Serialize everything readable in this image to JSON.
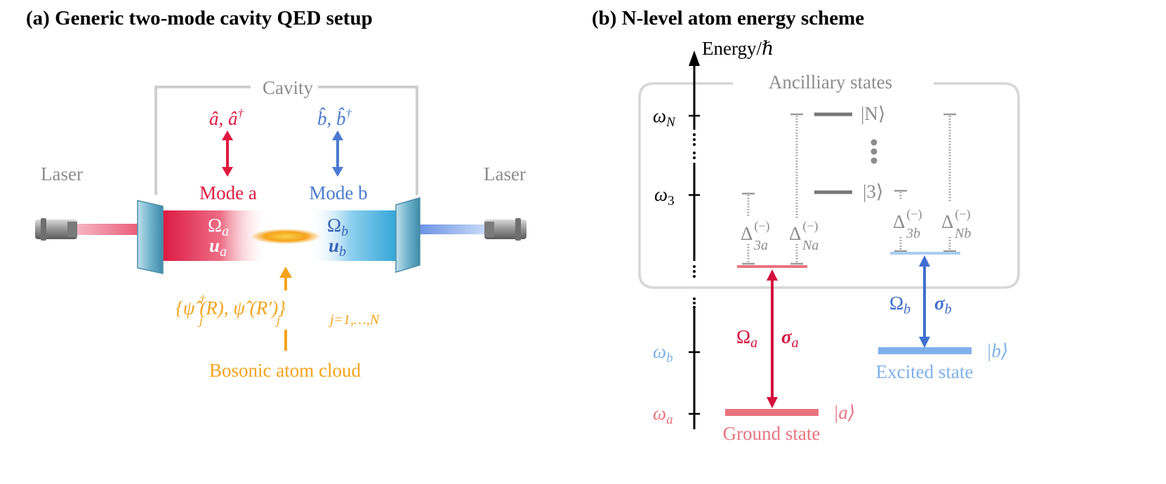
{
  "panel_a": {
    "title": "(a) Generic two-mode cavity QED setup",
    "cavity_label": "Cavity",
    "laser_left": "Laser",
    "laser_right": "Laser",
    "op_a_main": "â, â",
    "op_a_dag": "†",
    "op_b_main": "b̂, b̂",
    "op_b_dag": "†",
    "mode_a": "Mode a",
    "mode_b": "Mode b",
    "omega_a_sym": "Ω",
    "omega_a_sub": "a",
    "u_a_sym": "u",
    "u_a_sub": "a",
    "omega_b_sym": "Ω",
    "omega_b_sub": "b",
    "u_b_sym": "u",
    "u_b_sub": "b",
    "field_ops": "{ψ̂ (R), ψ̂ (R′)}",
    "field_sup": "†",
    "field_sub_j1": "j",
    "field_sub_j2": "j",
    "field_range": "j=1,…,N",
    "cloud_label": "Bosonic atom cloud",
    "colors": {
      "mode_a": "#e0193f",
      "mode_b": "#4a7bd0",
      "atom": "#f5a31a",
      "grey": "#8c8c8c"
    }
  },
  "panel_b": {
    "title": "(b) N-level atom energy scheme",
    "axis_label": "Energy/ℏ",
    "ancillary_label": "Ancilliary states",
    "tick_omega_N": "ω",
    "tick_omega_N_sub": "N",
    "tick_omega_3": "ω",
    "tick_omega_3_sub": "3",
    "tick_omega_b": "ω",
    "tick_omega_b_sub": "b",
    "tick_omega_a": "ω",
    "tick_omega_a_sub": "a",
    "ket_N": "|N⟩",
    "ket_3": "|3⟩",
    "ket_b": "|b⟩",
    "ket_a": "|a⟩",
    "delta_3a": "Δ",
    "delta_3a_sup": "(−)",
    "delta_3a_sub": "3a",
    "delta_Na": "Δ",
    "delta_Na_sup": "(−)",
    "delta_Na_sub": "Na",
    "delta_3b": "Δ",
    "delta_3b_sup": "(−)",
    "delta_3b_sub": "3b",
    "delta_Nb": "Δ",
    "delta_Nb_sup": "(−)",
    "delta_Nb_sub": "Nb",
    "coupling_a_omega": "Ω",
    "coupling_a_omega_sub": "a",
    "coupling_a_sigma": "σ",
    "coupling_a_sigma_sub": "a",
    "coupling_b_omega": "Ω",
    "coupling_b_omega_sub": "b",
    "coupling_b_sigma": "σ",
    "coupling_b_sigma_sub": "b",
    "excited_label": "Excited state",
    "ground_label": "Ground state",
    "colors": {
      "ground": "#e8737f",
      "excited": "#7fb1ea",
      "coupling_a": "#d4103c",
      "coupling_b": "#3f6fd1",
      "grey": "#8c8c8c"
    }
  }
}
